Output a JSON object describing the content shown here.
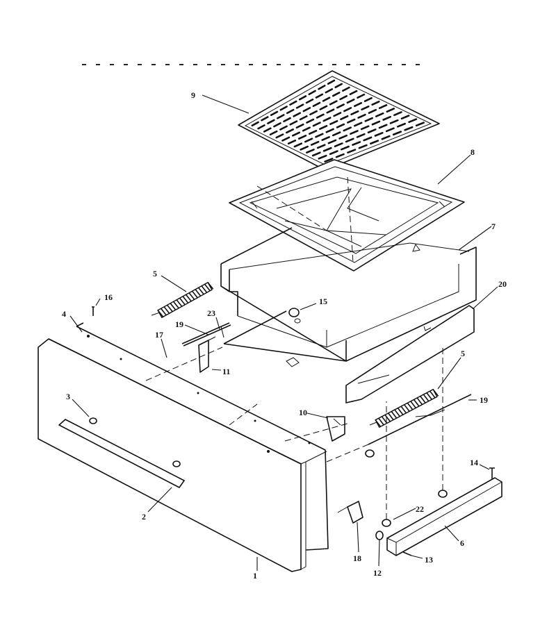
{
  "callouts": {
    "c1": "1",
    "c2": "2",
    "c3": "3",
    "c4": "4",
    "c5a": "5",
    "c5b": "5",
    "c6": "6",
    "c7": "7",
    "c8": "8",
    "c9": "9",
    "c10": "10",
    "c11": "11",
    "c12": "12",
    "c13": "13",
    "c14": "14",
    "c15": "15",
    "c16": "16",
    "c17": "17",
    "c18": "18",
    "c19a": "19",
    "c19b": "19",
    "c20": "20",
    "c22": "22",
    "c23": "23"
  }
}
